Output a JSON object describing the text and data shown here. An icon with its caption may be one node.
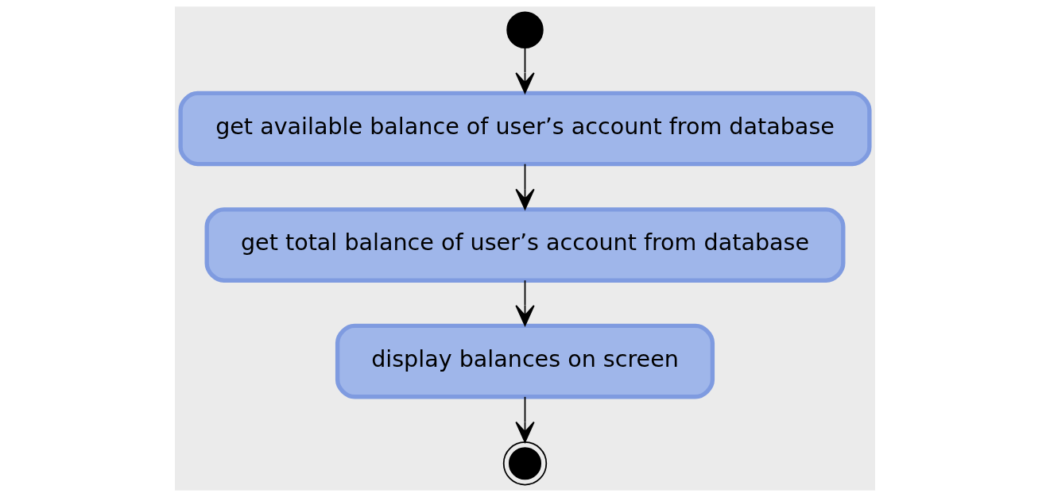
{
  "diagram": {
    "nodes": [
      {
        "text": [],
        "shape": "circle"
      },
      {
        "text": [
          "get available balance of user’s account from database"
        ]
      },
      {
        "text": [
          "get total balance of user’s account from database"
        ]
      },
      {
        "text": [
          "display balances on screen"
        ]
      },
      {
        "text": [],
        "shape": "bullseye"
      }
    ],
    "edges": [
      {
        "from": 0,
        "to": 1,
        "arrow": "to"
      },
      {
        "from": 1,
        "to": 2,
        "arrow": "to"
      },
      {
        "from": 2,
        "to": 3,
        "arrow": "to"
      },
      {
        "from": 3,
        "to": 4,
        "arrow": "to"
      }
    ]
  }
}
